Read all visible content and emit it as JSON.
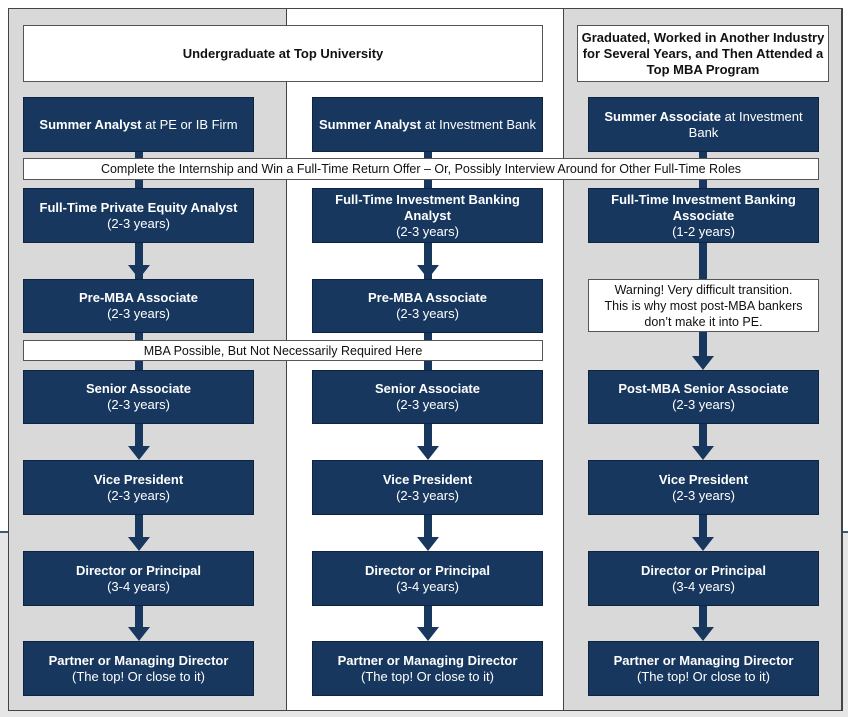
{
  "colors": {
    "box_fill": "#17375e",
    "panel_gray": "#d9d9d9",
    "panel_white": "#ffffff"
  },
  "columns": [
    {
      "header": "Undergraduate at Top University",
      "summer": {
        "title_bold": "Summer Analyst",
        "title_rest": " at PE or IB Firm"
      },
      "stages": [
        {
          "title": "Full-Time Private Equity Analyst",
          "sub": "(2-3 years)"
        },
        {
          "title": "Pre-MBA Associate",
          "sub": "(2-3 years)"
        },
        {
          "title": "Senior Associate",
          "sub": "(2-3 years)"
        },
        {
          "title": "Vice President",
          "sub": "(2-3 years)"
        },
        {
          "title": "Director or Principal",
          "sub": "(3-4 years)"
        },
        {
          "title": "Partner or Managing Director",
          "sub": "(The top! Or close to it)"
        }
      ]
    },
    {
      "header": "",
      "summer": {
        "title_bold": "Summer Analyst",
        "title_rest": " at Investment Bank"
      },
      "stages": [
        {
          "title": "Full-Time Investment Banking Analyst",
          "sub": "(2-3 years)"
        },
        {
          "title": "Pre-MBA Associate",
          "sub": "(2-3 years)"
        },
        {
          "title": "Senior Associate",
          "sub": "(2-3 years)"
        },
        {
          "title": "Vice President",
          "sub": "(2-3 years)"
        },
        {
          "title": "Director or Principal",
          "sub": "(3-4 years)"
        },
        {
          "title": "Partner or Managing Director",
          "sub": "(The top! Or close to it)"
        }
      ]
    },
    {
      "header": "Graduated, Worked in Another Industry for Several Years, and Then Attended a Top MBA Program",
      "summer": {
        "title_bold": "Summer Associate",
        "title_rest": " at Investment Bank"
      },
      "stages": [
        {
          "title": "Full-Time Investment Banking Associate",
          "sub": "(1-2 years)"
        },
        {
          "title": "Post-MBA Senior Associate",
          "sub": "(2-3 years)"
        },
        {
          "title": "Vice President",
          "sub": "(2-3 years)"
        },
        {
          "title": "Director or Principal",
          "sub": "(3-4 years)"
        },
        {
          "title": "Partner or Managing Director",
          "sub": "(The top! Or close to it)"
        }
      ]
    }
  ],
  "banners": {
    "internship": "Complete the Internship and Win a Full-Time Return Offer – Or, Possibly Interview Around for Other Full-Time Roles",
    "mba": "MBA Possible, But Not Necessarily Required Here",
    "warning": "Warning! Very difficult transition.\nThis is why most post-MBA bankers\ndon’t make it into PE."
  }
}
